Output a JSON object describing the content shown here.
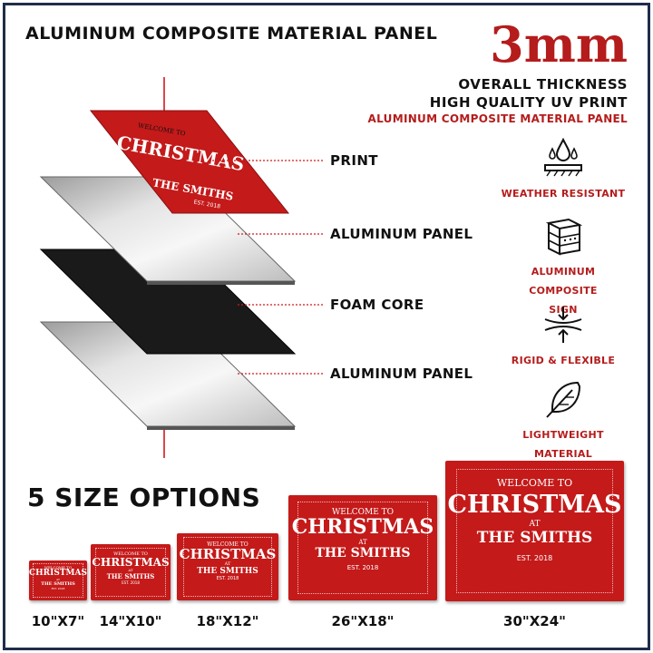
{
  "header": {
    "title": "ALUMINUM COMPOSITE MATERIAL PANEL",
    "thickness_value": "3mm",
    "thickness_label": "OVERALL THICKNESS",
    "print_label": "HIGH QUALITY UV PRINT",
    "material_label": "ALUMINUM COMPOSITE MATERIAL PANEL"
  },
  "layers": [
    {
      "label": "PRINT"
    },
    {
      "label": "ALUMINUM PANEL"
    },
    {
      "label": "FOAM CORE"
    },
    {
      "label": "ALUMINUM PANEL"
    }
  ],
  "features": [
    {
      "icon": "water-resistant-icon",
      "line1": "WEATHER RESISTANT",
      "line2": ""
    },
    {
      "icon": "layered-panel-icon",
      "line1": "ALUMINUM COMPOSITE",
      "line2": "SIGN"
    },
    {
      "icon": "compression-icon",
      "line1": "RIGID & FLEXIBLE",
      "line2": ""
    },
    {
      "icon": "feather-icon",
      "line1": "LIGHTWEIGHT",
      "line2": "MATERIAL"
    }
  ],
  "sign": {
    "welcome": "WELCOME TO",
    "headline": "CHRISTMAS",
    "at": "AT",
    "name": "THE SMITHS",
    "est": "EST. 2018"
  },
  "sizes_heading": "5 SIZE OPTIONS",
  "sizes": [
    {
      "label": "10\"X7\""
    },
    {
      "label": "14\"X10\""
    },
    {
      "label": "18\"X12\""
    },
    {
      "label": "26\"X18\""
    },
    {
      "label": "30\"X24\""
    }
  ],
  "colors": {
    "accent": "#b51c1c",
    "sign_red": "#c41a1a",
    "foam": "#1a1a1a",
    "border": "#1f2d4a"
  }
}
